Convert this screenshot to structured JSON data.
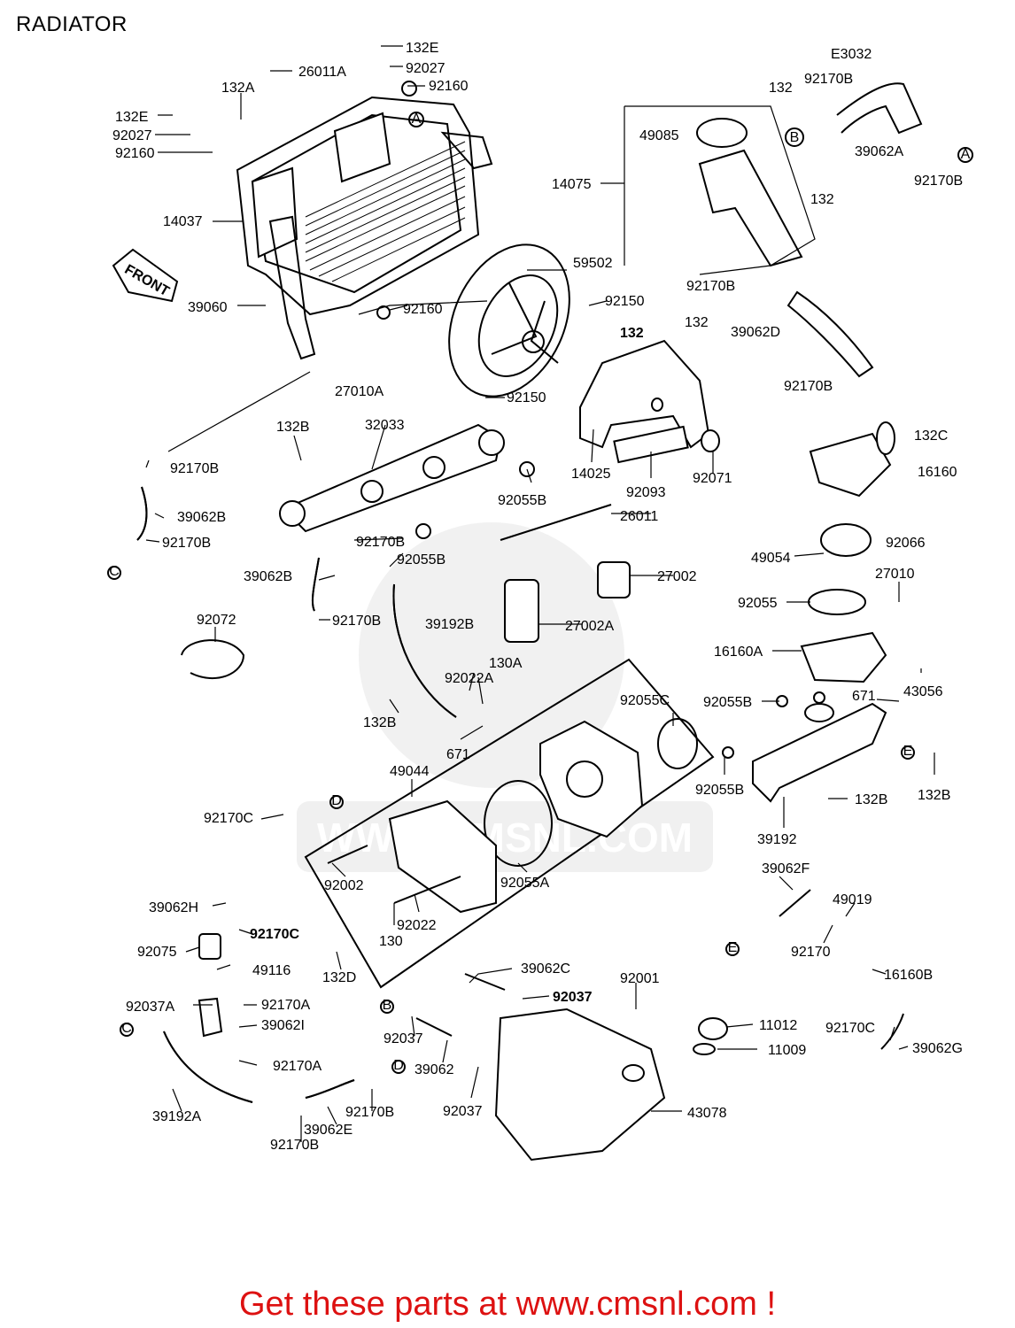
{
  "title": "RADIATOR",
  "diagram_code": "E3032",
  "front_label": "FRONT",
  "footer": "Get these parts at www.cmsnl.com !",
  "watermark": "WWW.CMSNL.COM",
  "callouts": [
    "A",
    "B",
    "C",
    "D",
    "E"
  ],
  "labels": [
    "132E",
    "26011A",
    "92027",
    "92160",
    "132A",
    "132E",
    "92027",
    "92160",
    "14037",
    "39060",
    "59502",
    "92150",
    "92160",
    "27010A",
    "92150",
    "132",
    "92170B",
    "49085",
    "14075",
    "39062A",
    "92170B",
    "132",
    "92170B",
    "132",
    "132",
    "39062D",
    "92170B",
    "132C",
    "16160",
    "92066",
    "132B",
    "32033",
    "92170B",
    "39062B",
    "92170B",
    "92055B",
    "26011",
    "14025",
    "92093",
    "92071",
    "92170B",
    "92055B",
    "39062B",
    "92170B",
    "39192B",
    "27002",
    "27002A",
    "92072",
    "49054",
    "27010",
    "92055",
    "16160A",
    "43056",
    "130A",
    "92022A",
    "132B",
    "671",
    "92055C",
    "92055B",
    "671",
    "92055B",
    "132B",
    "132B",
    "39192",
    "49044",
    "92170C",
    "92002",
    "92055A",
    "39062H",
    "130",
    "92022",
    "132D",
    "39062F",
    "49019",
    "92170",
    "16160B",
    "92075",
    "92170C",
    "49116",
    "39062C",
    "92037",
    "92001",
    "11012",
    "11009",
    "92037A",
    "92170A",
    "39062I",
    "92037",
    "39062",
    "92170A",
    "92170C",
    "39062G",
    "39192A",
    "92170B",
    "39062E",
    "92170B",
    "92037",
    "43078"
  ]
}
